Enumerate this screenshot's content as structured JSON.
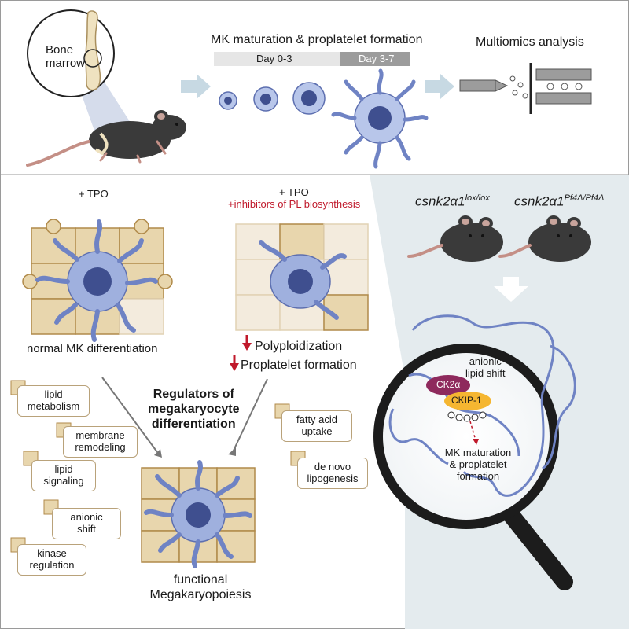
{
  "top": {
    "bone_marrow": [
      "Bone",
      "marrow"
    ],
    "maturation_title": "MK maturation & proplatelet formation",
    "day_early": "Day 0-3",
    "day_late": "Day 3-7",
    "multiomics_title": "Multiomics analysis"
  },
  "left": {
    "tpo_left": "+ TPO",
    "tpo_right": "+ TPO",
    "inhibitors": "+inhibitors of PL biosynthesis",
    "normal_diff": "normal MK differentiation",
    "polyploid": "Polyploidization",
    "proplatelet": "Proplatelet formation",
    "regulators": [
      "Regulators of",
      "megakaryocyte",
      "differentiation"
    ],
    "functional": [
      "functional",
      "Megakaryopoiesis"
    ],
    "tags": [
      [
        "lipid",
        "metabolism"
      ],
      [
        "membrane",
        "remodeling"
      ],
      [
        "lipid",
        "signaling"
      ],
      [
        "anionic",
        "shift"
      ],
      [
        "kinase",
        "regulation"
      ],
      [
        "fatty acid",
        "uptake"
      ],
      [
        "de novo",
        "lipogenesis"
      ]
    ]
  },
  "right": {
    "genotype1": {
      "base": "csnk2α1",
      "sup": "lox/lox"
    },
    "genotype2": {
      "base": "csnk2α1",
      "sup": "Pf4Δ/Pf4Δ"
    },
    "anionic": [
      "anionic",
      "lipid shift"
    ],
    "ck2": "CK2α",
    "ckip": "CKIP-1",
    "mk_mat": [
      "MK maturation",
      "& proplatelet",
      "formation"
    ]
  },
  "colors": {
    "puzzle": "#e8d6ad",
    "puzzle_border": "#b08a4a",
    "cell": "#8fa3d6",
    "nucleus": "#3f4f8f",
    "panel_bg": "#e4ebee",
    "arrow": "#c7d9e3",
    "red": "#c0192b",
    "mouse": "#3a3a3a"
  }
}
